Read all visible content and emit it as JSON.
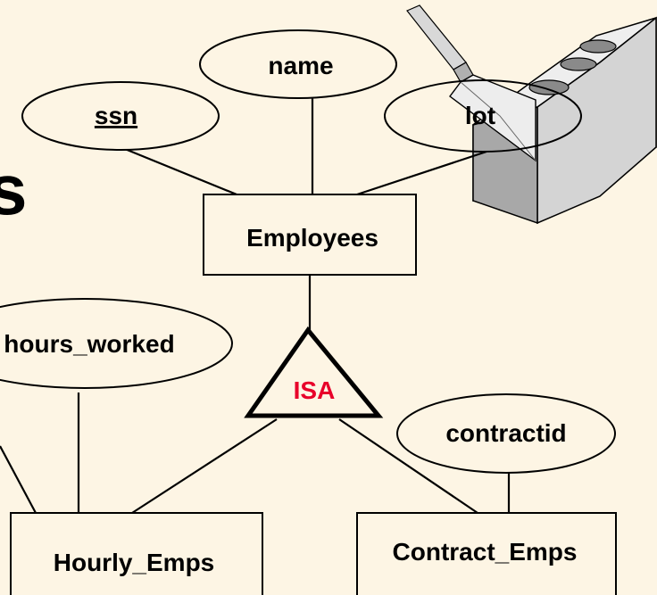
{
  "colors": {
    "background": "#fdf5e4",
    "stroke": "#000000",
    "isa_text": "#e8002a",
    "block_light": "#eeeeee",
    "block_mid": "#c8c8c8",
    "block_dark": "#9a9a9a"
  },
  "attributes": {
    "ssn": "ssn",
    "name": "name",
    "lot": "lot",
    "hours_worked": "hours_worked",
    "contractid": "contractid"
  },
  "entities": {
    "employees": "Employees",
    "hourly_emps": "Hourly_Emps",
    "contract_emps": "Contract_Emps"
  },
  "isa": "ISA",
  "slide_title_fragment": "s",
  "icon": "trowel-brick-icon"
}
